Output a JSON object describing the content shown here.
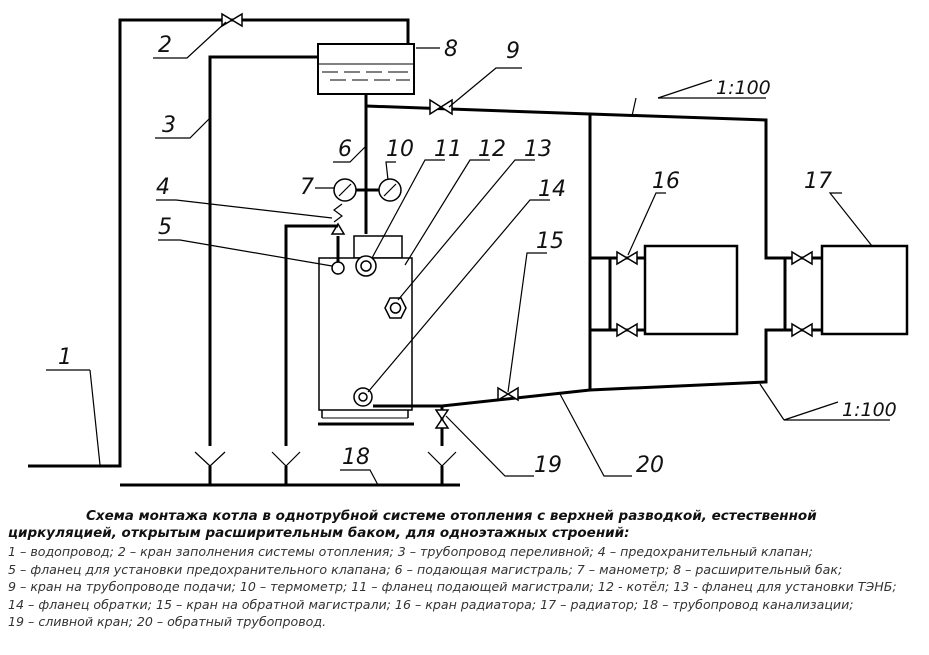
{
  "labels": {
    "n1": "1",
    "n2": "2",
    "n3": "3",
    "n4": "4",
    "n5": "5",
    "n6": "6",
    "n7": "7",
    "n8": "8",
    "n9": "9",
    "n10": "10",
    "n11": "11",
    "n12": "12",
    "n13": "13",
    "n14": "14",
    "n15": "15",
    "n16": "16",
    "n17": "17",
    "n18": "18",
    "n19": "19",
    "n20": "20"
  },
  "slope_top": "1:100",
  "slope_bottom": "1:100",
  "caption": {
    "title": "Схема монтажа котла в однотрубной системе отопления с верхней разводкой, естественной циркуляцией, открытым расширительным баком, для одноэтажных строений:",
    "legend": [
      "1 – водопровод; 2 – кран заполнения системы отопления; 3 – трубопровод переливной; 4 – предохранительный клапан;",
      "5 – фланец для установки предохранительного клапана; 6 – подающая магистраль; 7 – манометр; 8 – расширительный бак;",
      "9 – кран на трубопроводе подачи; 10 – термометр; 11 – фланец подающей магистрали; 12 - котёл; 13 - фланец для установки ТЭНБ;",
      "14 – фланец обратки; 15 – кран на обратной магистрали; 16 – кран радиатора; 17 – радиатор; 18 – трубопровод канализации;",
      "19 – сливной кран; 20 – обратный трубопровод."
    ]
  }
}
